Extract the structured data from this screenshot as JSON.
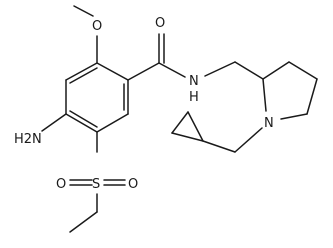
{
  "labels": {
    "amino": "H2N",
    "amide_n": "N",
    "amide_h": "H",
    "carbonyl_o": "O",
    "methoxy_o": "O",
    "ring_n": "N",
    "sulfur": "S",
    "sulfonyl_o1": "O",
    "sulfonyl_o2": "O"
  }
}
